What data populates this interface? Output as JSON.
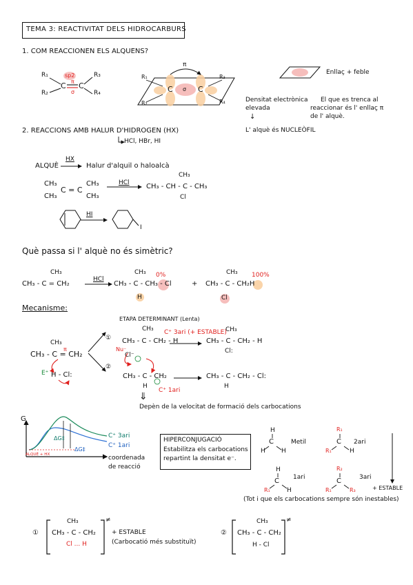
{
  "header": {
    "title": "TEMA 3: REACTIVITAT DELS HIDROCARBURS"
  },
  "s1": {
    "heading": "1. COM REACCIONEN ELS ALQUENS?",
    "alkene": {
      "r1": "R₁",
      "r2": "R₂",
      "r3": "R₃",
      "r4": "R₄",
      "c": "C",
      "sp2": "sp2",
      "pi": "π",
      "sigma": "σ"
    },
    "orbital": {
      "pi": "π",
      "sigma": "σ",
      "c": "C",
      "r1": "R₁",
      "r2": "R₂",
      "r3": "R₃",
      "r4": "R₄"
    },
    "weak_bond": "Enllaç + feble",
    "density": "Densitat electrònica elevada",
    "density_l1": "Densitat electrònica",
    "density_l2": "elevada",
    "arrow_down": "↓",
    "nucleophile": "L' alquè és NUCLEÒFIL",
    "broken_l1": "El que es trenca al",
    "broken_l2": "reaccionar és  l' enllaç π",
    "broken_l3": "de l' alquè."
  },
  "s2": {
    "heading": "2. REACCIONS AMB HALUR D'HIDROGEN (HX)",
    "hx_examples": "HCl, HBr, HI",
    "general": {
      "alkene": "ALQUÈ",
      "reagent": "HX",
      "product": "Halur d'alquil  o haloalcà"
    },
    "rx1": {
      "reactant_l1": "CH₃",
      "reactant_l2": "CH₃",
      "c_eq_c": "C = C",
      "reactant_r1": "CH₃",
      "reactant_r2": "CH₃",
      "reagent": "HCl",
      "product_top": "CH₃",
      "product_main": "CH₃ - CH - C - CH₃",
      "product_cl": "Cl"
    },
    "rx2": {
      "reagent": "HI",
      "product_sub": "I"
    },
    "question": "Què passa si l' alquè no és simètric?",
    "rx3": {
      "reactant_top": "CH₃",
      "reactant": "CH₃ - C = CH₂",
      "reagent": "HCl",
      "p1_top": "CH₃",
      "p1": "CH₃ - C - CH₃ - Cl",
      "p1_h": "H",
      "p1_pct": "0%",
      "plus": "+",
      "p2_top": "CH₃",
      "p2": "CH₃ - C - CH₂H",
      "p2_cl": "Cl",
      "p2_pct": "100%"
    }
  },
  "mech": {
    "heading": "Mecanisme:",
    "rate_step": "ETAPA DETERMINANT (Lenta)",
    "start_top": "CH₃",
    "start": "CH₃ - C = CH₂",
    "start_pi": "π",
    "hcl": "H - Cl:",
    "e_plus": "E⁺",
    "path1_num": "①",
    "path2_num": "②",
    "i1_top": "CH₃",
    "i1": "CH₃ - C - CH₂ - H",
    "i1_label": "C⁺ 3ari (+ ESTABLE)",
    "i1_cl": "Cl⁻",
    "nu": "Nu⁻",
    "p1_top": "CH₃",
    "p1": "CH₃ - C - CH₂ - H",
    "p1_cl": "Cl:",
    "i2": "CH₃ - C - CH₂",
    "i2_h": "H",
    "i2_label": "C⁺ 1ari",
    "p2": "CH₃ - C - CH₂ - Cl:",
    "p2_h": "H",
    "down_arrow": "⇓",
    "conclusion": "Depèn de la velocitat de formació dels carbocations"
  },
  "energy": {
    "ylabel": "G",
    "xlabel_l1": "coordenada",
    "xlabel_l2": "de reacció",
    "curve1": "C⁺ 3ari",
    "curve2": "C⁺ 1ari",
    "start": "ALQUÈ + HX",
    "dg1": "ΔG‡",
    "dg2": "ΔG‡"
  },
  "hyper": {
    "title": "HIPERCONJUGACIÓ",
    "l1": "Estabilitza els carbocations",
    "l2": "repartint la densitat e⁻."
  },
  "cations": {
    "methyl": "Metil",
    "primary": "1ari",
    "secondary": "2ari",
    "tertiary": "3ari",
    "stable": "+ ESTABLE",
    "note": "(Tot i que els carbocations sempre són inestables)",
    "h": "H",
    "c": "C",
    "r1": "R₁",
    "r2": "R₂",
    "r3": "R₃"
  },
  "ts": {
    "ts1_num": "①",
    "ts1": "CH₃ - C - CH₂",
    "ts1_top": "CH₃",
    "ts1_bottom": "Cl ... H",
    "ts1_label1": "+ ESTABLE",
    "ts1_label2": "(Carbocatió més substituït)",
    "ts2_num": "②",
    "ts2": "CH₃ - C - CH₂",
    "ts2_top": "CH₃",
    "ts2_bottom": "H - Cl",
    "ddag": "≠"
  }
}
